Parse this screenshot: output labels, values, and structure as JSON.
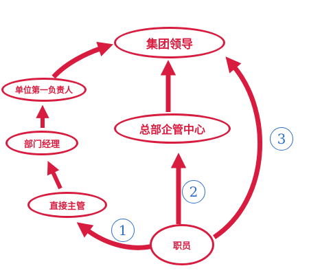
{
  "nodes": {
    "group_leader": "集团领导",
    "hq_center": "总部企管中心",
    "unit_head": "单位第一负责人",
    "dept_manager": "部门经理",
    "direct_supervisor": "直接主管",
    "employee": "职员"
  },
  "routes": {
    "route_1": "1",
    "route_2": "2",
    "route_3": "3"
  },
  "colors": {
    "accent": "#d81c3f",
    "badge": "#2b6fc9"
  }
}
